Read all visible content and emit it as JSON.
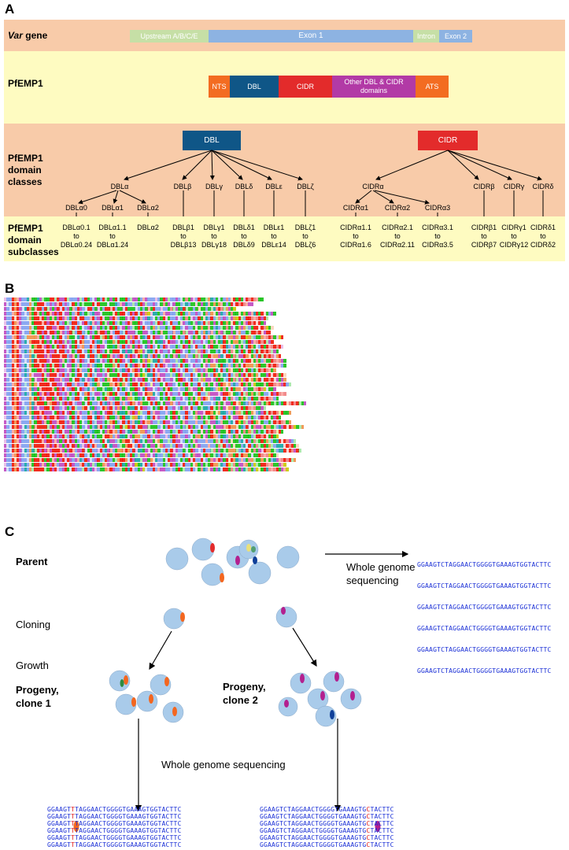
{
  "panelA": {
    "letter": "A",
    "rows": {
      "var_gene": {
        "label_italic": "Var",
        "label_rest": " gene"
      },
      "pfemp1": {
        "label": "PfEMP1"
      },
      "classes": {
        "label": "PfEMP1 domain classes"
      },
      "subclasses": {
        "label": "PfEMP1 domain subclasses"
      }
    },
    "gene_segments": [
      "Upstream A/B/C/E",
      "Exon 1",
      "Intron",
      "Exon 2"
    ],
    "protein_domains": [
      "NTS",
      "DBL",
      "CIDR",
      "Other DBL & CIDR domains",
      "ATS"
    ],
    "class_roots": [
      "DBL",
      "CIDR"
    ],
    "dbl_classes": [
      "DBLα",
      "DBLβ",
      "DBLγ",
      "DBLδ",
      "DBLε",
      "DBLζ"
    ],
    "dbla_groups": [
      "DBLα0",
      "DBLα1",
      "DBLα2"
    ],
    "cidr_classes": [
      "CIDRα",
      "CIDRβ",
      "CIDRγ",
      "CIDRδ"
    ],
    "cidra_groups": [
      "CIDRα1",
      "CIDRα2",
      "CIDRα3"
    ],
    "subclasses": [
      {
        "from": "DBLα0.1",
        "to": "DBLα0.24"
      },
      {
        "from": "DBLα1.1",
        "to": "DBLα1.24"
      },
      {
        "single": "DBLα2"
      },
      {
        "from": "DBLβ1",
        "to": "DBLβ13"
      },
      {
        "from": "DBLγ1",
        "to": "DBLγ18"
      },
      {
        "from": "DBLδ1",
        "to": "DBLδ9"
      },
      {
        "from": "DBLε1",
        "to": "DBLε14"
      },
      {
        "from": "DBLζ1",
        "to": "DBLζ6"
      },
      {
        "from": "CIDRα1.1",
        "to": "CIDRα1.6"
      },
      {
        "from": "CIDRα2.1",
        "to": "CIDRα2.11"
      },
      {
        "from": "CIDRα3.1",
        "to": "CIDRα3.5"
      },
      {
        "from": "CIDRβ1",
        "to": "CIDRβ7"
      },
      {
        "from": "CIDRγ1",
        "to": "CIDRγ12"
      },
      {
        "from": "CIDRδ1",
        "to": "CIDRδ2"
      }
    ],
    "to_word": "to",
    "colors": {
      "band_orange": "#f8cba9",
      "band_yellow": "#fefbc1",
      "upstream": "#c6dfa6",
      "exon": "#8db3e2",
      "nts": "#f36c21",
      "dbl": "#0f5687",
      "cidr": "#e32b2b",
      "other": "#b23aa6",
      "ats": "#f36c21"
    }
  },
  "panelB": {
    "letter": "B",
    "sequences": [
      "DIVRGKDLFYGNTYESTQRKNKEERQVWWDNLKTIFENIKSSDTKLNTKLNDEQIREFWWEANRDQVWEAITCSDDLKNSSGYFTITACAGRTRNDKCRCKTS",
      "DIVRGKDLFLGHQRKKEIELEKRVEMFKNIQQNNSKLKTTTLSNHVREYWWTANRDQVWEAITCSDADTNAHYFTTCSDSHRSGTGRTANKDKCRCKDE",
      "DIVRGKDLYRGNKKKIKTETERDKLEQKLKEIFKKIQDSLKKKKLSTDKSQTWWTANRQKVWEAITCSDSHRSQTFSGTQANNYCRCNGDQP",
      "DIVRGKDLFLGNKKSENKREKEKLEENFKKYFQQIHEDVTSTSGKNRKALRDRYKDGPDYYQLREDWWNNRNMKVWEAITCAGGSEYFRTCSNGSGTEKYRNRCTIET",
      "DIVRGKDLFYGNKKKKNETKTEREKLQEKLKKIFKKIEKENNEKKLSTDEDRLTRAEYWWNANRDQVWEAITCSEDLKNGYFRATCIDLNEGPRNAKRCRCKDKS",
      "DIVRGKDLFFGNKKKKRDKRDKLEQNLKKIFEKIYKDLKNSESKLSTLDKKTQREFWWEANRDQVWKAITCDAHNSEYFRTCSDSHRSGTGRTANKDKCRCKND",
      "DIVRGKDLFLGYQKKRIKKEDRKKLENKLKTIFEKIYDNLNNKNKIDDSEAQTRYRDATGFNWWTANRQQVWEAITCSGSNKSAYFTTCSDLNGDGQANRKCRCPNG",
      "DIVRGKDLFLGNQKKDREKKEQKELEKNFKKIYSDLTKKRDNEVRKLYKDEEYTQEDWWNANRQQVWKAITCSEDLKSAGYFRATCDSQNDQDGAAQNRKCRCDKK",
      "DIVRGKDLYGGGGRQKLEENLQKIFGQNIYDKLLENRRNGKNREIEKRYEGDKENYFKLREDWWTANRHTVWKAITCSDRLGQNAYFRTCGEGSRRPGQAQNGRCRCSDPK",
      "DIVRGKDLYLGKKKKKTETERERDQELQKLKGIFDKIYSELTSGNKNNKNEKVDHTQDTDNYYDLREDWWTANRNDVWEAITCSDSHRSGTGGNTANKDKCRCKNDK",
      "DIVRGKDLFLGNGKKKEKENTKDKELENKLKGIFKKIKDELTQHSKAKAEKNDKEIYEKFFQLREDWWTANRDTVWKAITCDKNSNGKYFRATCSDHKGSVARNKKCRCKD",
      "DIVRGKDLYLGNKKKKEKEEKLRKLEENLKKIFSKIYKELTGNKKKAHDHYQKGPDYYQLREDWWEANRRDVWNAITCDKAASSLYFRATCGSVKSDKQAKNRCRCQDQ",
      "DIVRGKDLFLGYNKKKEKEKKKRKKLEKNFKKIYKKLTNKKSKEAEKRYEKDEKNFYKLRENWWTANRDTVWKAITCSDSSRKGGEYFRRTCSDDKGGSGAKNRCRCDGK",
      "DIVRGKDLFLGYKKKKKEEKKRDKQLEKELKEIFKKIYEELTKNKNKEAIKTHYQGDPNYYKLREDWWTANRDMVWEAITCSDEDQSQTYFRTCSDRKGSCQAKNQKCRCDT",
      "DIVRGKDLYLGNKRKKENKQKRENLEENLKQIFEKIYSQLSSNGNKVARTYEKGDKENFYKLREDWWEANRAQVWEAITCDAGGSSKYFRATCSDKGGGTGRTNKKCRCDAN",
      "DIVRGKDLYLGNQKRKENKQRREELEENLKKIFSKIYDNLTKNEQQAYEKDGKENFYKLREDWWEANRADVWKAITCDADKNSRYFRATCGSQKSDKQANNRCRCKNG",
      "DIVRGKDLYLGDDEEKTDKKRDEKLEQNLKKIYGKIYEDLDGNNNKHKRDYYKGTPNYYKLREDWWTANRDQVWKAITCSDQAKGNNYFRATCSDRTKGSGAQNDKCRCNKG",
      "DIVRGKDLFLGNDEEKTKKRDEKLEENLKKIYEEIYKKLDSGGKKDKTRVSDDEEKNFWKLREDWWEANRKDVWKAITCPDEDESKSYFRTCSDPDKGGTGKAKKCRCDTDG",
      "DIVRGKDLYLGNGEKRKKDKKEELEKKLKEIFKKIHSGLTSTGRKGNGELQKRYKGDAPDFFQLREDWWTANRETVWKAITCSDEQKGGGAYFRRTCSDPQQNKQRKCRCDKAN",
      "DIVRGKDLFLGHDQKKKKKRSKEKELEKNFKDIHDGLTSTHSNAAKLSVLSSKEIYKEDWWEANRRTVWEAITCDEENKGNNYFRPTCSERNGGGDAQNRCRCPMTSD",
      "DIVRGKDLYLGYQKEKKEKKEKELEKNLQKIFGKIHDDVTNGKNKDALKTRYNDDAKGGHFFQLREDWWEANRTQVWKAITCDDDDDKKGGTYFRTCSGNNGSAIARDKCRC",
      "DIVRGKDLFLGNRSKEEKKQENKLEQNLKKIFSKLYENLTKKAESQKSDGPNNYFQLREDWWTANRQTVWEAITCSEPEKGGAEHYFRATCDAQGSNAKQNKKCRCKVT",
      "DIVRGKDLFLGHKKKKQKGKKETEREKELEDNLKTIFEKIYEKLKKAKAEKGEDGNNSKLKSLTDDGDIEFWWTANRETVWAAITCSDEENKGGNYFRATCDTQGKNQQANRGCRCKTSD",
      "DIVRGKDLYLGYDDEEKKQRDELEEQLKTIFGKIYNDLDKGDRYEGDTKNYYRLREDWWTANRDKVWEAITCDAKAINSHYFRNTCNEGGGSDKKNRCRCSNDQ",
      "DIVRGKDLYLGNRKKKEEEAQKEKLEKNLKEIFSKLYDNLEKKAKNYYTKEKDPNFFKLREDWWEANRQQVWKAITCDEEKKGQPGYYFRATCGSNKQGGAHEKQRCRCPKTSG",
      "DIVRGKDLFLGYEKEKKDKKKRDELEQKLKDIFKKIYKDLKKNSAKQKHYSPGHAFWQLREDWWTANRDTVWKAITCSDTQNKGNYFRATCEDKKGGASAHERCRCSDKT",
      "DIVRGKDLFLGYNKKEKSKEEKKKLEKNLKTIFSKIYEELTSGKNVDKAKARYNDRKGDFFQLREDWWTANRDAVWKAITCSEEHLKNSAYFRPTCSDKQGGSIANHKCRCKNG",
      "DIVRGKDLYLGNKKKKRQDKEQKKLEENLKSIFDNLYKKLTDKDNSKNPKERYKKDDQTTNFWQLREDWWTANRDQVWKAITCSDDDKGKGGGTYFRATCEDKTGGSNAHERCRCPNTG",
      "DIVRGKDLYLGNKKKDKKKQLEKLEEQLKKIFSKIYSNLTEGRKGVKDHYQDDNGGDFFQLREDWWTANRDAVWKAITCSDQKGSDNSGKYFRATCSGSEQANHKCRCPKT",
      "DIVRGKDLYLGYDKKRDNKEELEKNLKEIFGKIYDNLTNGRKGVKDHYQDDNGGYFFKLREDWWEANRDKVWEAITCGQDDNKGKAQYFRATCSDQNQANKKCRCQKSP",
      "DIVRGKDLFLGNKKKKEKKEKETERERDQLEEKLKEIFSKIYDDLTNGRKGVKDHYQDDNGGNFFQLREDWWTANRDAVWKAITCSKADTGSNAYFRATCSNRQGQANHKCRCDAN",
      "DIVRGKDLFLGHKKKKKDKEKKETERERDQLEEKLKKIFSKIYDDLTNGRKGVKDHYQDDNGGDFFQLREDWWTANRDAVWKAITCSKADTGSNAYFRATCSNRQGQAHHYCRCKNG",
      "DIVRGKDLYLGYQKEKEKEKKKKETERKLEEKLQKIFEKIYDKLTGGRKGVKDHYQDDNEGNYFKLREDWWTANRDAVWKAITCSDQNSGGGNAYFRPTCSDEKGGTNAHHKCRCDKN",
      "DIVRGKDLYLGNQKNRKKEKERRKELEENLKKIFSKLYNELKSKKKNNKLKSLTDDGDIEYWWTANRETVWKAITCDDENKGNNYFRATCGSKNRGGQANSKCRCPKNG",
      "DIVRGKDLFLGNKKKKQKQKETEREKELEKHLKEIFEKIYKDLTNGRKGVKDHYQDDNGGYFFQLREDWWTANRDKVWKAITCDKKDNKGRGYFRATCGSSNGTGQAHEKCRCKNG",
      "DIVRGKDLYLGNRKEKETERKLEEKLKDIFKKIYDTLSSGKEALKTRYNDDDPNYFKLREDWWTANRDTVWKAITCGQDSNSKGGTYFRPTCSDEKGSAPQNKKCRCSNDKP",
      "DIVRGKDLYLGNKKKKTQKERELEKNLKEIFSKIHEDVTSGKKEVLKTRYKDINDPIFFKLREDWWEANRQQVWKAITCHAGESEYFRKTCNDSEHSGTAPPNKYCRCKNDKP"
    ],
    "residue_colors": {
      "G": "#f09048",
      "P": "#c8c800",
      "C": "#f08080",
      "K": "#f01505",
      "R": "#f01505",
      "D": "#c048c0",
      "E": "#c048c0",
      "N": "#15c015",
      "Q": "#15c015",
      "S": "#15c015",
      "T": "#15c015",
      "W": "#80a0f0",
      "F": "#80a0f0",
      "Y": "#15a4a4",
      "H": "#15a4a4",
      "A": "#80a0f0",
      "I": "#80a0f0",
      "L": "#80a0f0",
      "M": "#80a0f0",
      "V": "#80a0f0"
    }
  },
  "panelC": {
    "letter": "C",
    "parent_label": "Parent",
    "wgs_label_top": "Whole genome sequencing",
    "cloning_label": "Cloning",
    "growth_label": "Growth",
    "progeny1_label": "Progeny, clone 1",
    "progeny2_label": "Progeny, clone 2",
    "wgs_label_bottom": "Whole genome sequencing",
    "parent_reads": [
      "GGAAGTCTAGGAACTGGGGTGAAAGTGGTACTTC",
      "GGAAGTCTAGGAACTGGGGTGAAAGTGGTACTTC",
      "GGAAGTCTAGGAACTGGGGTGAAAGTGGTACTTC",
      "GGAAGTCTAGGAACTGGGGTGAAAGTGGTACTTC",
      "GGAAGTCTAGGAACTGGGGTGAAAGTGGTACTTC",
      "GGAAGTCTAGGAACTGGGGTGAAAGTGGTACTTC"
    ],
    "clone1_reads": [
      {
        "pre": "GGAAGT",
        "mut": "T",
        "post": "TAGGAACTGGGGTGAAAGTGGTACTTC"
      },
      {
        "pre": "GGAAGT",
        "mut": "T",
        "post": "TAGGAACTGGGGTGAAAGTGGTACTTC"
      },
      {
        "pre": "GGAAGT",
        "mut": "T",
        "post": "TAGGAACTGGGGTGAAAGTGGTACTTC"
      },
      {
        "pre": "GGAAGT",
        "mut": "T",
        "post": "TAGGAACTGGGGTGAAAGTGGTACTTC"
      },
      {
        "pre": "GGAAGT",
        "mut": "T",
        "post": "TAGGAACTGGGGTGAAAGTGGTACTTC"
      },
      {
        "pre": "GGAAGT",
        "mut": "T",
        "post": "TAGGAACTGGGGTGAAAGTGGTACTTC"
      }
    ],
    "clone2_reads": [
      {
        "pre": "GGAAGTCTAGGAACTGGGGTGAAAGTG",
        "mut": "C",
        "post": "TACTTC"
      },
      {
        "pre": "GGAAGTCTAGGAACTGGGGTGAAAGTG",
        "mut": "C",
        "post": "TACTTC"
      },
      {
        "pre": "GGAAGTCTAGGAACTGGGGTGAAAGTG",
        "mut": "C",
        "post": "TACTTC"
      },
      {
        "pre": "GGAAGTCTAGGAACTGGGGTGAAAGTG",
        "mut": "C",
        "post": "TACTTC"
      },
      {
        "pre": "GGAAGTCTAGGAACTGGGGTGAAAGTG",
        "mut": "C",
        "post": "TACTTC"
      },
      {
        "pre": "GGAAGTCTAGGAACTGGGGTGAAAGTG",
        "mut": "C",
        "post": "TACTTC"
      }
    ],
    "colors": {
      "cell": "#a9cbea",
      "orange_marker": "#f3661f",
      "magenta_marker": "#b3208f",
      "blue_marker": "#0f3f99",
      "green_marker": "#2e8b3f",
      "yellow_marker": "#e9e07a",
      "read_text": "#1a2fd6",
      "mutation_text": "#e0201c"
    }
  }
}
